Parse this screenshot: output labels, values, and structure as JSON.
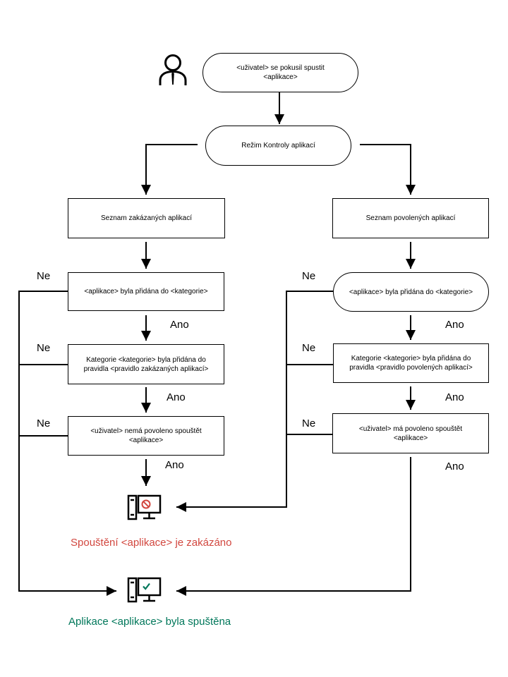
{
  "start": {
    "label": "<uživatel> se pokusil spustit\n<aplikace>"
  },
  "mode": {
    "label": "Režim Kontroly aplikací"
  },
  "left": {
    "list": "Seznam zakázaných aplikací",
    "step1": "<aplikace> byla přidána do <kategorie>",
    "step2": "Kategorie <kategorie> byla přidána do\npravidla <pravidlo zakázaných aplikací>",
    "step3": "<uživatel> nemá povoleno spouštět\n<aplikace>",
    "no_labels": [
      "Ne",
      "Ne",
      "Ne"
    ],
    "yes_labels": [
      "Ano",
      "Ano",
      "Ano"
    ]
  },
  "right": {
    "list": "Seznam povolených aplikací",
    "step1": "<aplikace> byla přidána do <kategorie>",
    "step2": "Kategorie <kategorie> byla přidána do\npravidla <pravidlo povolených aplikací>",
    "step3": "<uživatel> má povoleno spouštět\n<aplikace>",
    "no_labels": [
      "Ne",
      "Ne",
      "Ne"
    ],
    "yes_labels": [
      "Ano",
      "Ano",
      "Ano"
    ]
  },
  "results": {
    "blocked": "Spouštění <aplikace> je zakázáno",
    "allowed": "Aplikace <aplikace> byla spuštěna"
  },
  "colors": {
    "line": "#000000",
    "blocked": "#d2473f",
    "allowed": "#00775a"
  },
  "icons": {
    "user": "user-icon",
    "blocked": "blocked-computer-icon",
    "allowed": "allowed-computer-icon"
  }
}
